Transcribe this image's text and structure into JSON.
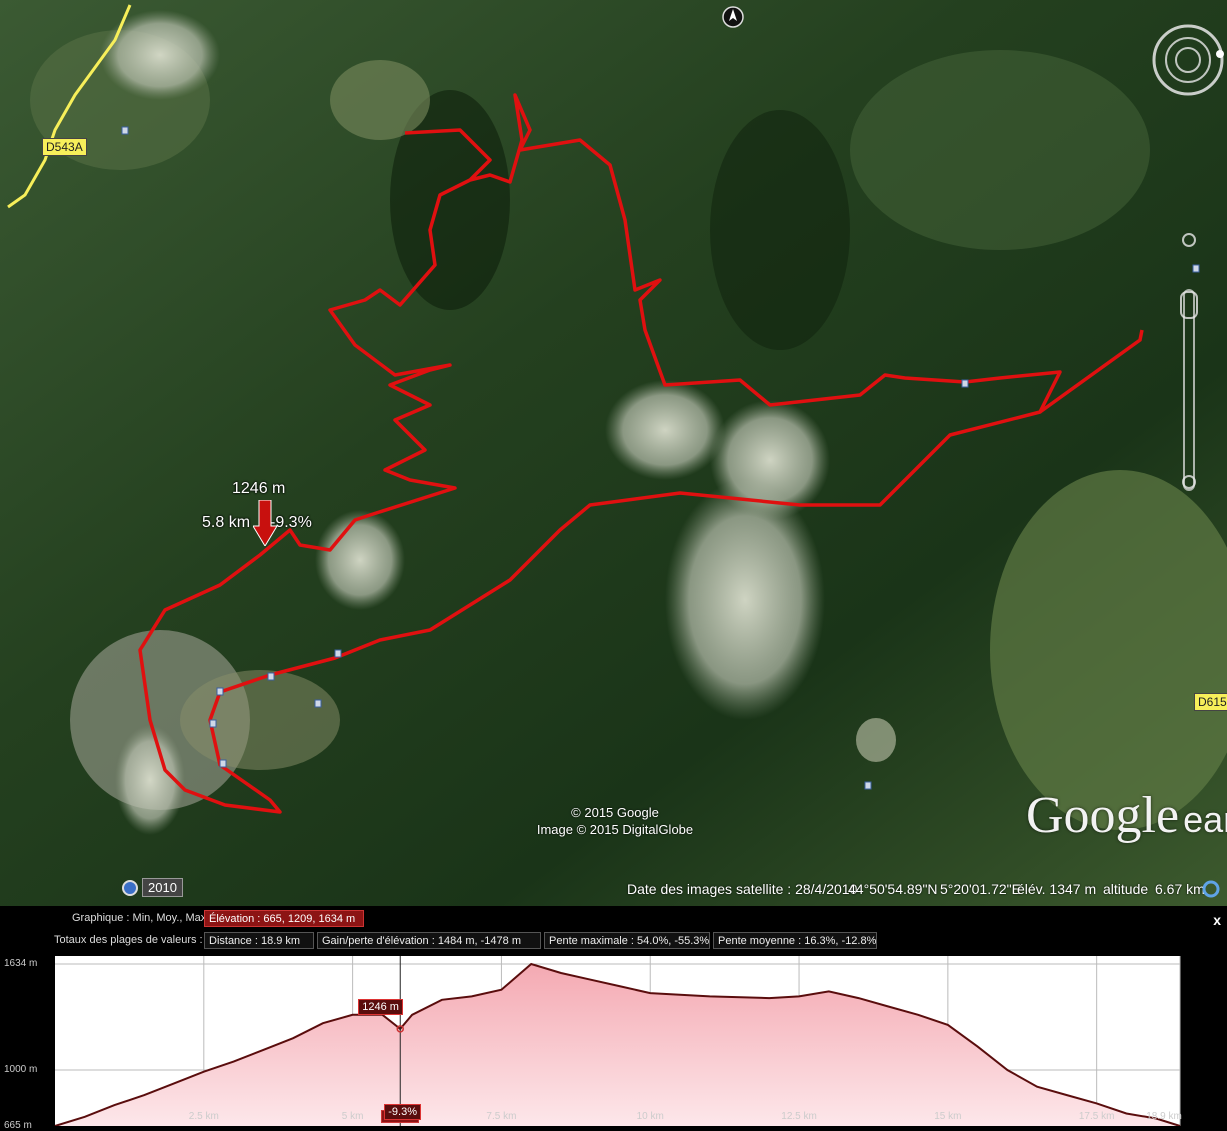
{
  "map": {
    "road_labels": [
      "D543A",
      "D615"
    ],
    "pin": {
      "elevation": "1246 m",
      "distance": "5.8 km",
      "slope": "-9.3%"
    },
    "copyright": [
      "© 2015 Google",
      "Image © 2015 DigitalGlobe"
    ],
    "logo": {
      "brand": "Google",
      "product": "earth"
    },
    "year_badge": "2010",
    "status": {
      "imagery_date": "Date des images satellite : 28/4/2010",
      "lat": "44°50'54.89\"N",
      "lon": "5°20'01.72\"E",
      "elev": "élév. 1347 m",
      "altitude": "altitude",
      "altitude_value": "6.67 km"
    },
    "colors": {
      "track": "#e01010",
      "road": "#f7ef5a",
      "forest": "#1f3a1a"
    }
  },
  "profile": {
    "row1_label": "Graphique : Min, Moy., Max",
    "row1_value": "Élévation : 665, 1209, 1634 m",
    "row2_label": "Totaux des plages de valeurs :",
    "row2_distance": "Distance : 18.9 km",
    "row2_gain": "Gain/perte d'élévation : 1484 m, -1478 m",
    "row2_max_slope": "Pente maximale : 54.0%, -55.3%",
    "row2_avg_slope": "Pente moyenne : 16.3%, -12.8%",
    "close": "x",
    "marker": {
      "elevation_label": "1246 m",
      "slope_label": "-9.3%",
      "distance_label": "5.8 km",
      "distance": 5.8,
      "elevation": 1246
    }
  },
  "chart_data": {
    "type": "area",
    "title": "",
    "xlabel": "",
    "ylabel": "",
    "xlim": [
      0,
      18.9
    ],
    "ylim": [
      665,
      1634
    ],
    "yticks": [
      {
        "value": 1634,
        "label": "1634 m"
      },
      {
        "value": 1000,
        "label": "1000 m"
      },
      {
        "value": 665,
        "label": "665 m"
      }
    ],
    "xticks": [
      {
        "value": 2.5,
        "label": "2.5 km"
      },
      {
        "value": 5,
        "label": "5 km"
      },
      {
        "value": 7.5,
        "label": "7.5 km"
      },
      {
        "value": 10,
        "label": "10 km"
      },
      {
        "value": 12.5,
        "label": "12.5 km"
      },
      {
        "value": 15,
        "label": "15 km"
      },
      {
        "value": 17.5,
        "label": "17.5 km"
      },
      {
        "value": 18.9,
        "label": "18.9 km"
      }
    ],
    "series": [
      {
        "x": [
          0,
          0.5,
          1,
          1.5,
          2,
          2.5,
          3,
          3.5,
          4,
          4.5,
          5,
          5.5,
          5.8,
          6,
          6.5,
          7,
          7.5,
          8,
          8.5,
          9,
          9.5,
          10,
          11,
          12,
          12.5,
          13,
          13.5,
          14,
          14.5,
          15,
          15.5,
          16,
          16.5,
          17,
          17.5,
          18,
          18.5,
          18.9
        ],
        "y": [
          665,
          720,
          790,
          850,
          920,
          990,
          1050,
          1120,
          1190,
          1280,
          1330,
          1330,
          1246,
          1330,
          1420,
          1440,
          1480,
          1634,
          1580,
          1540,
          1500,
          1460,
          1440,
          1430,
          1440,
          1470,
          1430,
          1380,
          1330,
          1270,
          1140,
          1000,
          900,
          850,
          800,
          740,
          710,
          665
        ]
      }
    ],
    "colors": {
      "line": "#5a0d0d",
      "fill_top": "#f4a9b2",
      "fill_bottom": "#fde7ea",
      "grid": "#bbbbbb"
    }
  }
}
